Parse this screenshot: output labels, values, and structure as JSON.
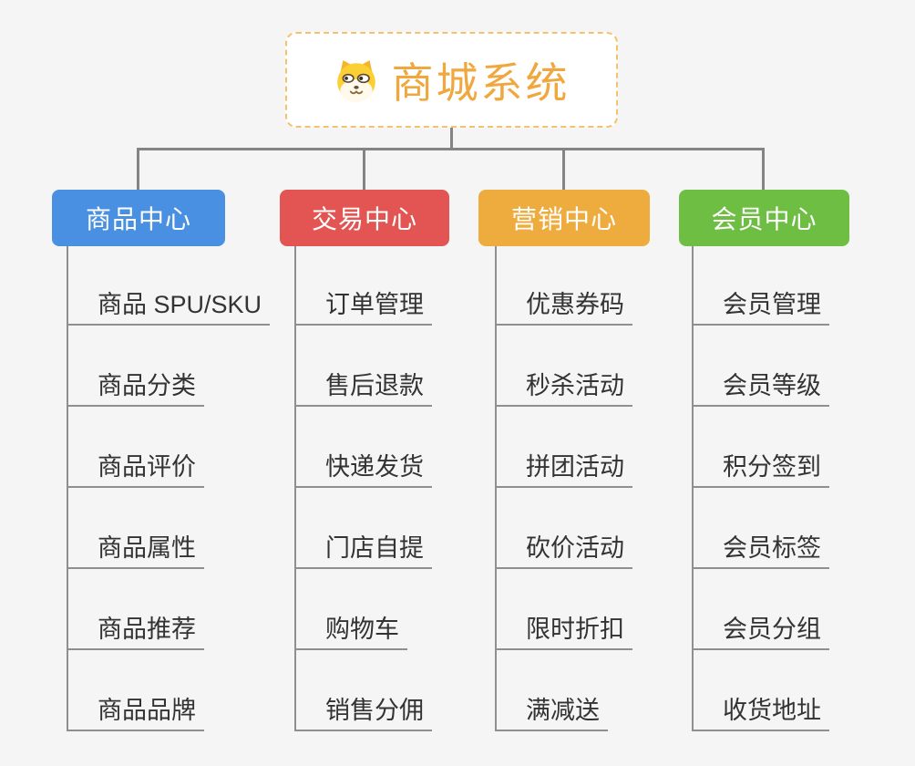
{
  "root": {
    "title": "商城系统",
    "icon": "doge-icon"
  },
  "branches": [
    {
      "label": "商品中心",
      "color": "#4A90E2",
      "items": [
        "商品 SPU/SKU",
        "商品分类",
        "商品评价",
        "商品属性",
        "商品推荐",
        "商品品牌"
      ]
    },
    {
      "label": "交易中心",
      "color": "#E25552",
      "items": [
        "订单管理",
        "售后退款",
        "快递发货",
        "门店自提",
        "购物车",
        "销售分佣"
      ]
    },
    {
      "label": "营销中心",
      "color": "#EDAC3D",
      "items": [
        "优惠券码",
        "秒杀活动",
        "拼团活动",
        "砍价活动",
        "限时折扣",
        "满减送"
      ]
    },
    {
      "label": "会员中心",
      "color": "#6FBE44",
      "items": [
        "会员管理",
        "会员等级",
        "积分签到",
        "会员标签",
        "会员分组",
        "收货地址"
      ]
    }
  ],
  "palette": {
    "background": "#F5F5F5",
    "root_text": "#F0A73D",
    "root_border": "#F5C26B",
    "connector_line": "#848484",
    "leaf_line": "#8F8F8F",
    "leaf_text": "#333333"
  }
}
